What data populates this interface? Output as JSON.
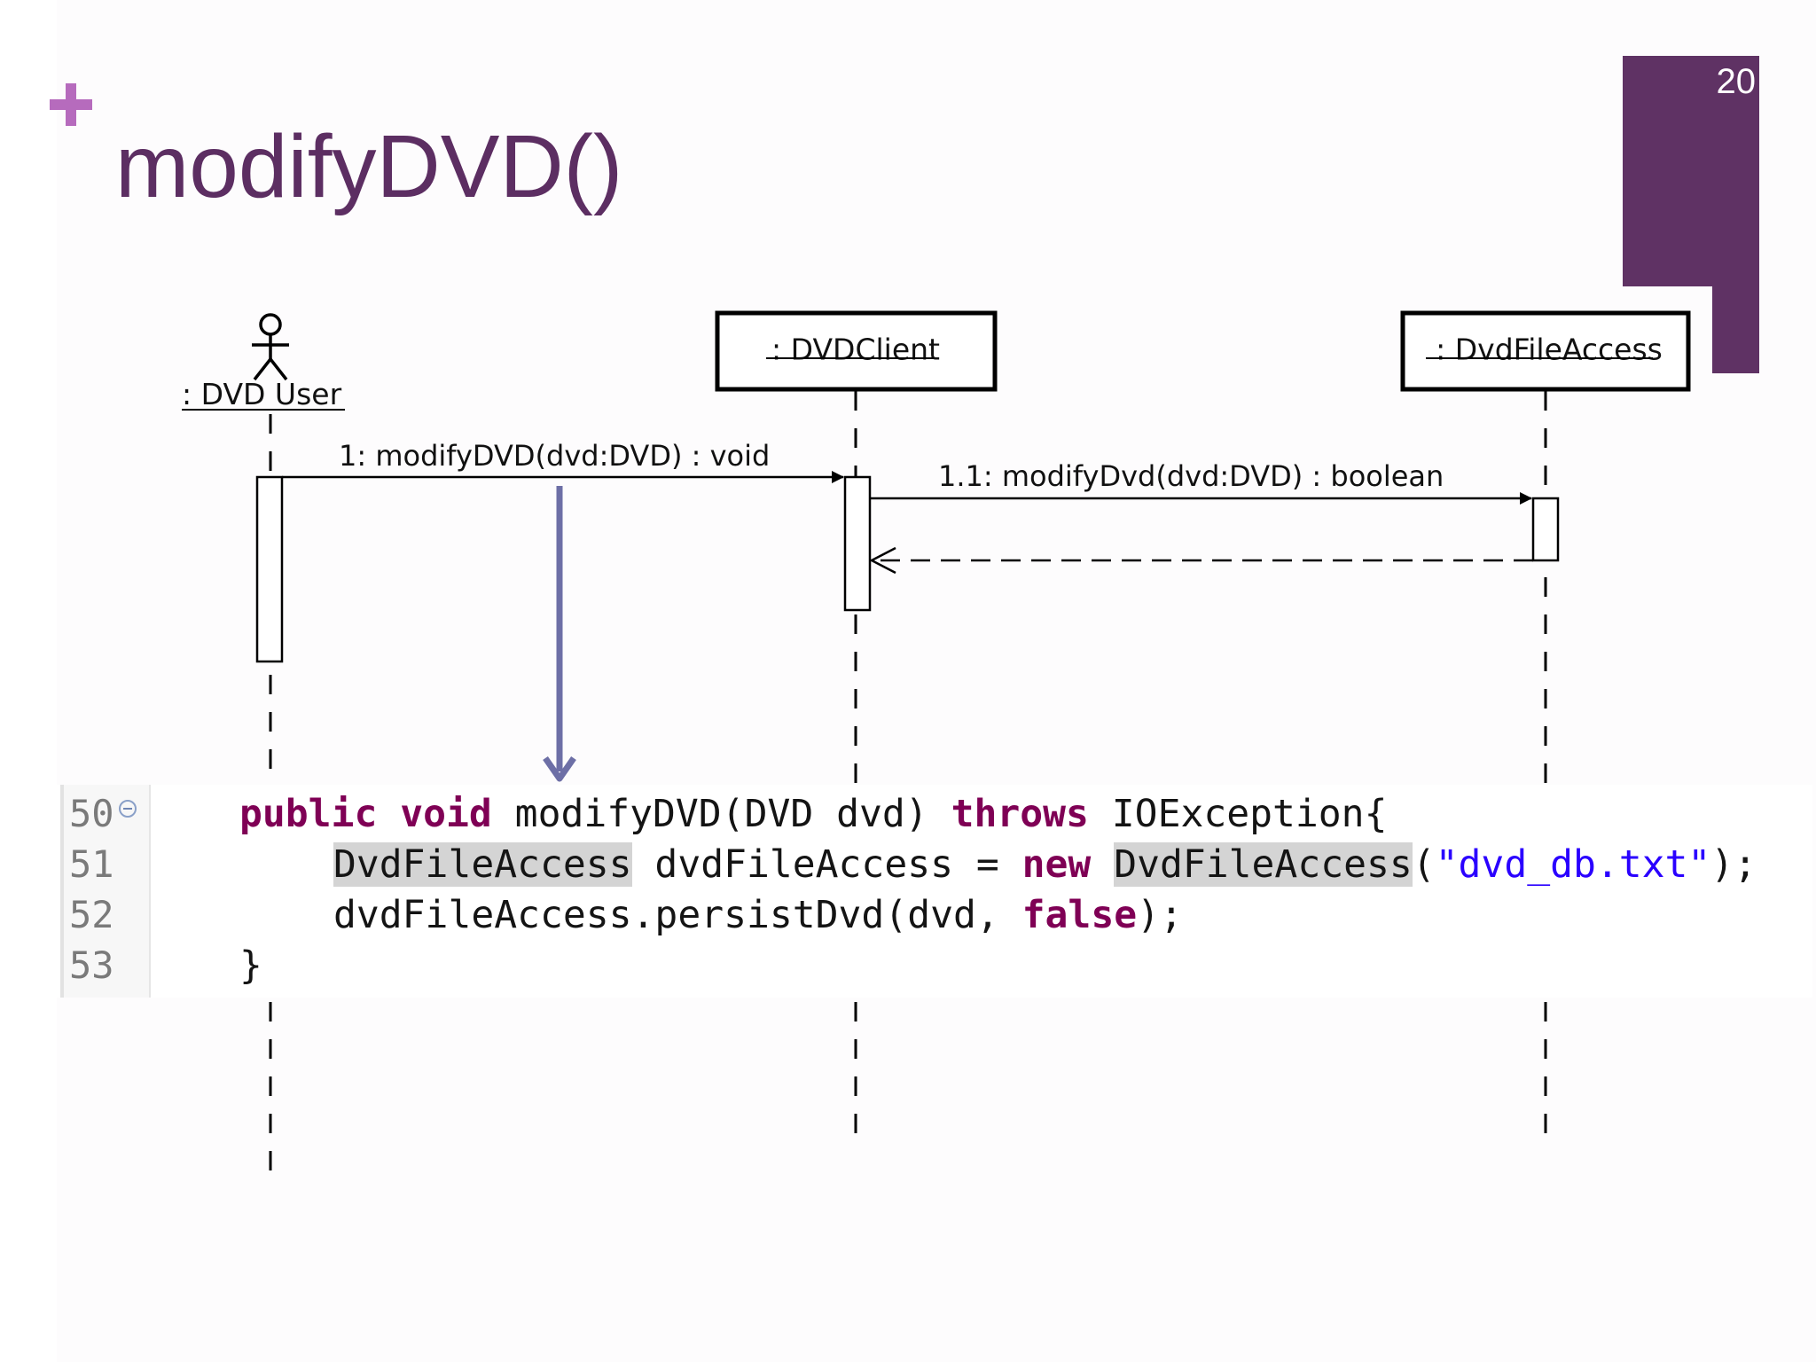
{
  "slide": {
    "title": "modifyDVD()",
    "page_number": "20",
    "icons": [
      "plus-icon"
    ]
  },
  "diagram": {
    "actor": {
      "label": ": DVD User"
    },
    "lifelines": [
      {
        "label": ": DVDClient"
      },
      {
        "label": ": DvdFileAccess"
      }
    ],
    "messages": [
      {
        "label": "1: modifyDVD(dvd:DVD) : void",
        "from": ": DVD User",
        "to": ": DVDClient",
        "kind": "call"
      },
      {
        "label": "1.1: modifyDvd(dvd:DVD) : boolean",
        "from": ": DVDClient",
        "to": ": DvdFileAccess",
        "kind": "call"
      },
      {
        "label": "",
        "from": ": DvdFileAccess",
        "to": ": DVDClient",
        "kind": "return"
      }
    ],
    "pointer_arrow_color": "#6d6fa6"
  },
  "code": {
    "lines": [
      {
        "number": "50",
        "tokens": [
          {
            "text": "public",
            "style": "kw"
          },
          {
            "text": " "
          },
          {
            "text": "void",
            "style": "kw"
          },
          {
            "text": " modifyDVD(DVD dvd) "
          },
          {
            "text": "throws",
            "style": "kw"
          },
          {
            "text": " IOException{"
          }
        ]
      },
      {
        "number": "51",
        "tokens": [
          {
            "text": "DvdFileAccess",
            "style": "hl"
          },
          {
            "text": " dvdFileAccess = "
          },
          {
            "text": "new",
            "style": "kw"
          },
          {
            "text": " "
          },
          {
            "text": "DvdFileAccess",
            "style": "hl"
          },
          {
            "text": "("
          },
          {
            "text": "\"dvd_db.txt\"",
            "style": "str"
          },
          {
            "text": ");"
          }
        ]
      },
      {
        "number": "52",
        "tokens": [
          {
            "text": "dvdFileAccess.persistDvd(dvd, "
          },
          {
            "text": "false",
            "style": "kw"
          },
          {
            "text": ");"
          }
        ]
      },
      {
        "number": "53",
        "tokens": [
          {
            "text": "}"
          }
        ]
      }
    ]
  },
  "colors": {
    "accent": "#5f3264",
    "title": "#5c2e62",
    "plus": "#b66bbd",
    "keyword": "#7f0055",
    "string": "#2a00ff"
  }
}
